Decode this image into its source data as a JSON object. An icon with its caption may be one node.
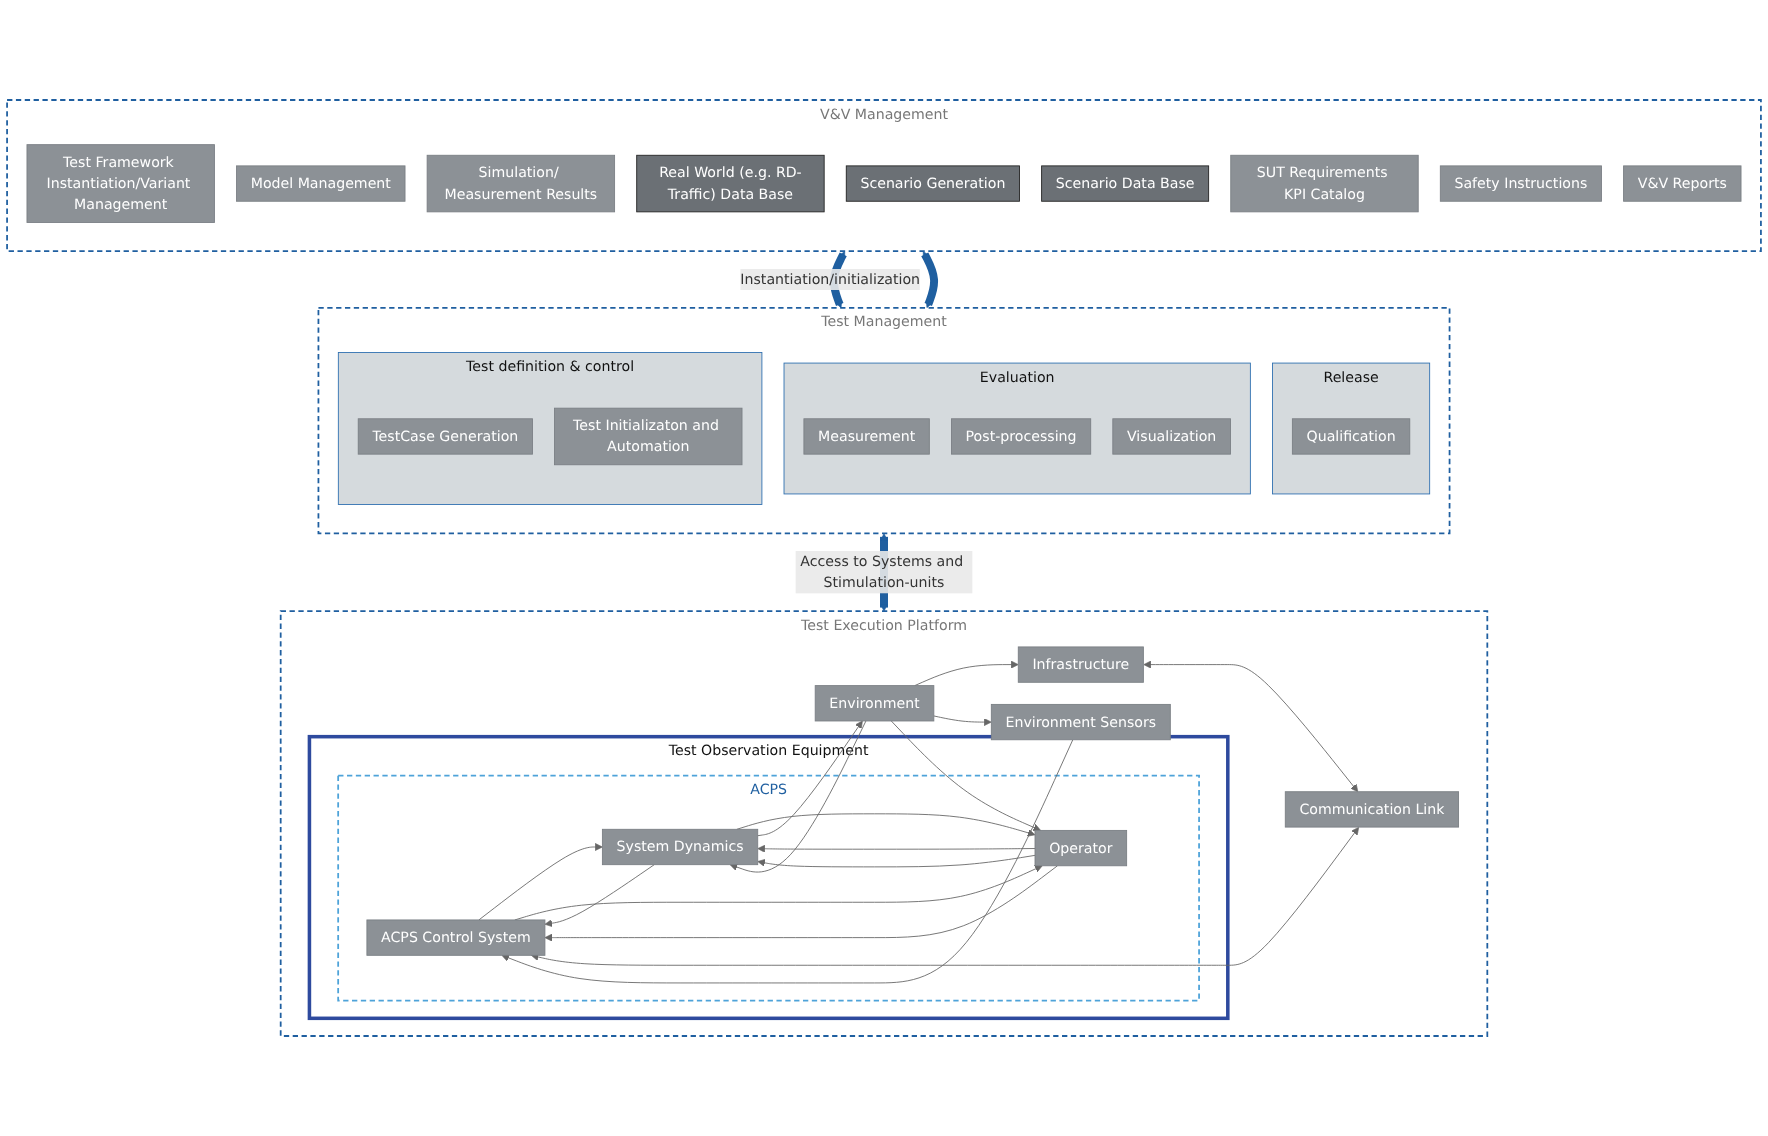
{
  "diagram": {
    "nodes": [
      {
        "text": [
          "V&V Management"
        ]
      },
      {
        "text": [
          "Test Framework Instantiation/Variant Management"
        ],
        "in": 0
      },
      {
        "text": [
          "Model Management"
        ],
        "in": 0
      },
      {
        "text": [
          "Simulation/ Measurement Results"
        ],
        "in": 0
      },
      {
        "text": [
          "Real World (e.g. RD-Traffic) Data Base"
        ],
        "in": 0
      },
      {
        "text": [
          "Scenario Generation"
        ],
        "in": 0
      },
      {
        "text": [
          "Scenario Data Base"
        ],
        "in": 0
      },
      {
        "text": [
          "SUT Requirements KPI Catalog"
        ],
        "in": 0
      },
      {
        "text": [
          "Safety Instructions"
        ],
        "in": 0
      },
      {
        "text": [
          "V&V Reports"
        ],
        "in": 0
      },
      {
        "text": [
          "Test Management"
        ]
      },
      {
        "text": [
          "Test definition & control"
        ],
        "in": 10
      },
      {
        "text": [
          "TestCase Generation"
        ],
        "in": 11
      },
      {
        "text": [
          "Test Initializaton and Automation"
        ],
        "in": 11
      },
      {
        "text": [
          "Evaluation"
        ],
        "in": 10
      },
      {
        "text": [
          "Measurement"
        ],
        "in": 14
      },
      {
        "text": [
          "Post-processing"
        ],
        "in": 14
      },
      {
        "text": [
          "Visualization"
        ],
        "in": 14
      },
      {
        "text": [
          "Release"
        ],
        "in": 10
      },
      {
        "text": [
          "Qualification"
        ],
        "in": 18
      },
      {
        "text": [
          "Test Execution Platform"
        ]
      },
      {
        "text": [
          "Test Observation Equipment"
        ],
        "in": 20
      },
      {
        "text": [
          "ACPS"
        ],
        "in": 21
      },
      {
        "text": [
          "Infrastructure"
        ],
        "in": 20
      },
      {
        "text": [
          "Communication Link"
        ],
        "in": 20
      },
      {
        "text": [
          "Environment"
        ],
        "in": 20
      },
      {
        "text": [
          "Environment Sensors"
        ],
        "in": 20
      },
      {
        "text": [
          "ACPS Control System"
        ],
        "in": 22
      },
      {
        "text": [
          "System Dynamics"
        ],
        "in": 22
      },
      {
        "text": [
          "Operator"
        ],
        "in": 22
      }
    ],
    "edges": [
      {
        "from": 0,
        "to": 10,
        "arrow": "both",
        "label": "Instantiation/initialization",
        "style": "thick",
        "color": "#1f5fa0"
      },
      {
        "from": 0,
        "to": 10,
        "arrow": "both",
        "style": "thick",
        "color": "#1f5fa0"
      },
      {
        "from": 10,
        "to": 20,
        "arrow": "both",
        "label": "Access to Systems and Stimulation-units",
        "style": "thick",
        "color": "#1f5fa0"
      },
      {
        "from": 23,
        "to": 24,
        "arrow": "both"
      },
      {
        "from": 24,
        "to": 27,
        "arrow": "both"
      },
      {
        "from": 25,
        "to": 23,
        "arrow": "to"
      },
      {
        "from": 25,
        "to": 26,
        "arrow": "to"
      },
      {
        "from": 26,
        "to": 27,
        "arrow": "to"
      },
      {
        "from": 27,
        "to": 28,
        "arrow": "to"
      },
      {
        "from": 28,
        "to": 27,
        "arrow": "to"
      },
      {
        "from": 29,
        "to": 27,
        "arrow": "to"
      },
      {
        "from": 27,
        "to": 29,
        "arrow": "to"
      },
      {
        "from": 29,
        "to": 28,
        "arrow": "to"
      },
      {
        "from": 29,
        "to": 28,
        "arrow": "to"
      },
      {
        "from": 28,
        "to": 29,
        "arrow": "to"
      },
      {
        "from": 25,
        "to": 28,
        "arrow": "to"
      },
      {
        "from": 28,
        "to": 25,
        "arrow": "to"
      },
      {
        "from": 25,
        "to": 29,
        "arrow": "to"
      }
    ]
  }
}
